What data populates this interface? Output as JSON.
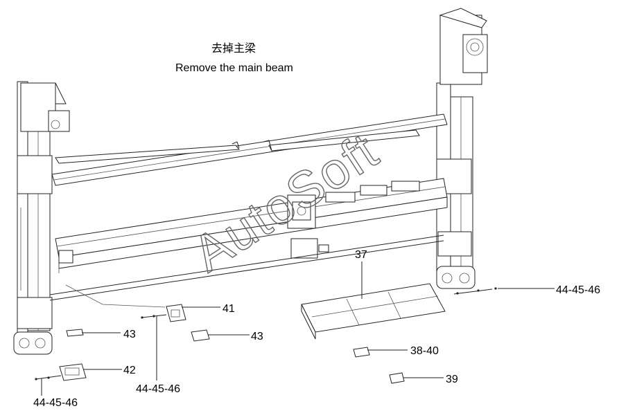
{
  "title": {
    "chinese": "去掉主梁",
    "english": "Remove the main beam"
  },
  "watermark": "AutoSoft",
  "callouts": {
    "c37": "37",
    "c41": "41",
    "c43a": "43",
    "c43b": "43",
    "c42": "42",
    "c44_45_46_right": "44-45-46",
    "c44_45_46_mid": "44-45-46",
    "c44_45_46_left": "44-45-46",
    "c38_40": "38-40",
    "c39": "39"
  },
  "colors": {
    "line": "#222222",
    "watermark": "#666666",
    "background": "#ffffff"
  }
}
